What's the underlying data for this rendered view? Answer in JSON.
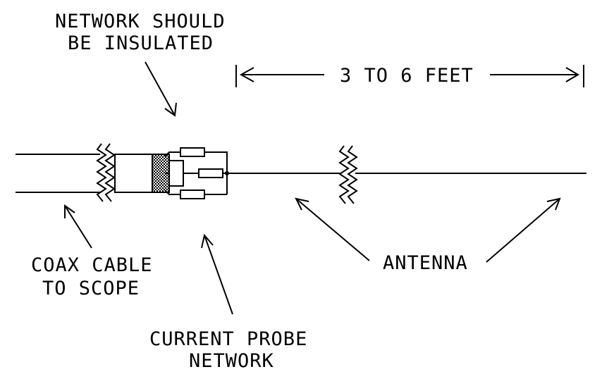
{
  "labels": {
    "insulated_line1": "NETWORK SHOULD",
    "insulated_line2": "BE INSULATED",
    "span": "3 TO 6 FEET",
    "coax_line1": "COAX CABLE",
    "coax_line2": "TO SCOPE",
    "probe_line1": "CURRENT PROBE",
    "probe_line2": "NETWORK",
    "antenna": "ANTENNA"
  },
  "colors": {
    "ink": "#000000",
    "background": "#ffffff"
  }
}
